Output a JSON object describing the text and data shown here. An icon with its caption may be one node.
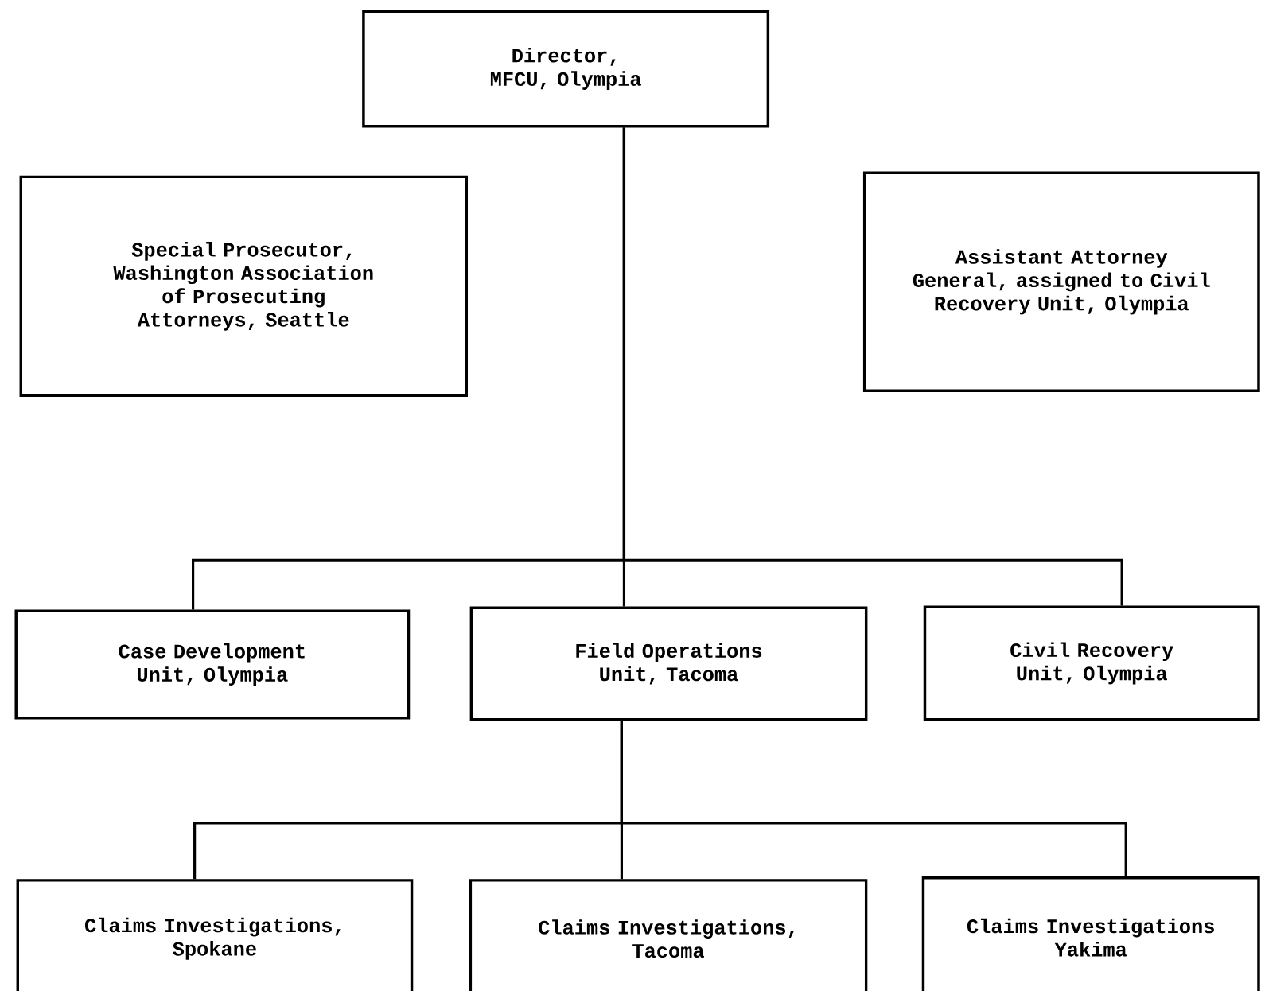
{
  "diagram": {
    "nodes": [
      {
        "text": [
          "Director, MFCU, Olympia"
        ]
      },
      {
        "text": [
          "Special Prosecutor, Washington Association of Prosecuting Attorneys, Seattle"
        ]
      },
      {
        "text": [
          "Assistant Attorney General, assigned to Civil Recovery Unit, Olympia"
        ]
      },
      {
        "text": [
          "Case Development Unit, Olympia"
        ]
      },
      {
        "text": [
          "Field Operations Unit, Tacoma"
        ]
      },
      {
        "text": [
          "Civil Recovery Unit, Olympia"
        ]
      },
      {
        "text": [
          "Claims Investigations, Spokane"
        ]
      },
      {
        "text": [
          "Claims Investigations, Tacoma"
        ]
      },
      {
        "text": [
          "Claims Investigations Yakima"
        ]
      }
    ],
    "edges": [
      {
        "from": 0,
        "to": 3,
        "arrow": "none"
      },
      {
        "from": 0,
        "to": 4,
        "arrow": "none"
      },
      {
        "from": 0,
        "to": 5,
        "arrow": "none"
      },
      {
        "from": 4,
        "to": 6,
        "arrow": "none"
      },
      {
        "from": 4,
        "to": 7,
        "arrow": "none"
      },
      {
        "from": 4,
        "to": 8,
        "arrow": "none"
      }
    ]
  }
}
